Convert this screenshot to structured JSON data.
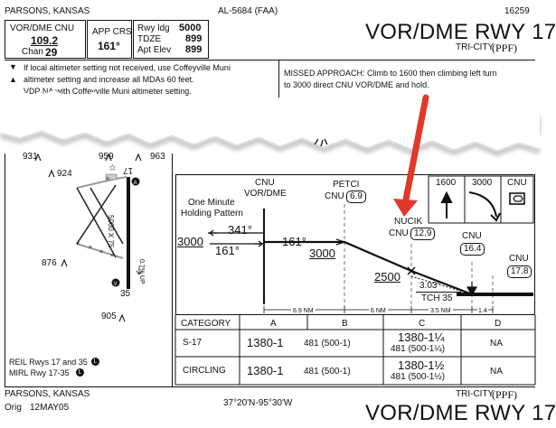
{
  "header": {
    "city_top": "PARSONS, KANSAS",
    "procedure_id": "AL-5684 (FAA)",
    "chart_number": "16259",
    "title": "VOR/DME RWY 17",
    "airport": "TRI-CITY",
    "airport_id": "(PPF)"
  },
  "briefing": {
    "nav_label": "VOR/DME  CNU",
    "nav_freq": "109.2",
    "chan_label": "Chan",
    "chan_value": "29",
    "app_crs_label": "APP CRS",
    "app_crs_value": "161°",
    "rwy_ldg_label": "Rwy ldg",
    "rwy_ldg_value": "5000",
    "tdze_label": "TDZE",
    "tdze_value": "899",
    "apt_elev_label": "Apt Elev",
    "apt_elev_value": "899",
    "note_line1": "If local altimeter setting not received, use Coffeyville Muni",
    "note_line2": "altimeter setting and increase all MDAs 60 feet.",
    "note_line3": "VDP NA with Coffeyville Muni altimeter setting.",
    "missed_line1": "MISSED APPROACH: Climb to 1600 then climbing left turn",
    "missed_line2": "to 3000 direct CNU VOR/DME and hold."
  },
  "airport_sketch": {
    "elev_931": "931",
    "elev_924": "924",
    "elev_959": "959",
    "elev_963": "963",
    "elev_876": "876",
    "elev_905": "905",
    "rwy_17": "17",
    "rwy_35": "35",
    "rwy_dims": "5000 X 75",
    "gradient": "0.7% UP",
    "reil": "REIL Rwys 17 and 35",
    "mirl": "MIRL Rwy 17-35"
  },
  "profile": {
    "cnu_label": "CNU",
    "vordme_label": "VOR/DME",
    "holding_line1": "One Minute",
    "holding_line2": "Holding Pattern",
    "alt_3000_left": "3000",
    "crs_341": "341°",
    "crs_161_left": "161°",
    "crs_161_right": "161°",
    "petci_label": "PETCI",
    "petci_cnu": "CNU",
    "petci_dme": "6.9",
    "alt_3000_petci": "3000",
    "nucik_label": "NUCIK",
    "nucik_cnu": "CNU",
    "nucik_dme": "12.9",
    "alt_2500": "2500",
    "cnu_164_label": "CNU",
    "cnu_164": "16.4",
    "cnu_178_label": "CNU",
    "cnu_178": "17.8",
    "gs_angle": "3.03°",
    "tch": "TCH 35",
    "seg_1": "6.9 NM",
    "seg_2": "6 NM",
    "seg_3": "3.5 NM",
    "seg_4": "1.4",
    "missed_alt1": "1600",
    "missed_alt2": "3000",
    "missed_fix": "CNU"
  },
  "minimums": {
    "headers": [
      "CATEGORY",
      "A",
      "B",
      "C",
      "D"
    ],
    "rows": [
      {
        "cat": "S-17",
        "ab_mda": "1380-1",
        "ab_haa": "481 (500-1)",
        "c_mda": "1380-1¼",
        "c_haa": "481 (500-1¼)",
        "d": "NA"
      },
      {
        "cat": "CIRCLING",
        "ab_mda": "1380-1",
        "ab_haa": "481 (500-1)",
        "c_mda": "1380-1½",
        "c_haa": "481 (500-1½)",
        "d": "NA"
      }
    ]
  },
  "footer": {
    "city": "PARSONS, KANSAS",
    "orig_label": "Orig",
    "orig_date": "12MAY05",
    "coords": "37°20'N-95°30'W",
    "airport": "TRI-CITY",
    "airport_id": "(PPF)",
    "title": "VOR/DME RWY 17"
  },
  "colors": {
    "ink": "#111111",
    "arrow": "#e0392b",
    "shadow": "#8a8a8a"
  }
}
